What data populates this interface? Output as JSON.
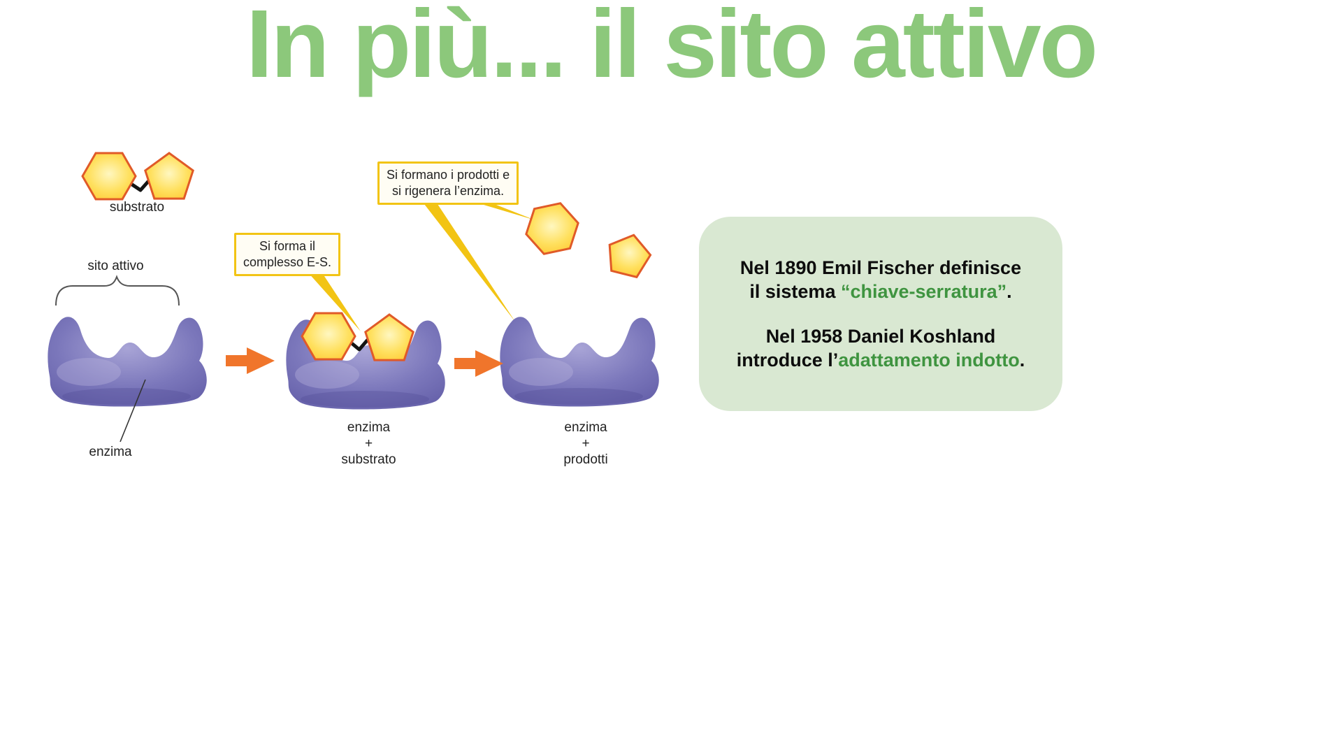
{
  "title": "In più... il sito attivo",
  "labels": {
    "substrato": "substrato",
    "sito_attivo": "sito attivo",
    "enzima": "enzima",
    "stage2": {
      "l1": "enzima",
      "l2": "+",
      "l3": "substrato"
    },
    "stage3": {
      "l1": "enzima",
      "l2": "+",
      "l3": "prodotti"
    }
  },
  "callouts": {
    "es": {
      "line1": "Si forma il",
      "line2": "complesso E-S."
    },
    "prod": {
      "line1": "Si formano i prodotti e",
      "line2": "si rigenera l’enzima."
    }
  },
  "infobox": {
    "line1": "Nel 1890 Emil Fischer definisce",
    "line2_pre": "il sistema ",
    "line2_green": "“chiave-serratura”",
    "line2_post": ".",
    "line3": "Nel 1958 Daniel Koshland",
    "line4_pre": "introduce l’",
    "line4_green": "adattamento indotto",
    "line4_post": "."
  },
  "colors": {
    "title_green": "#8cc87b",
    "infobox_bg": "#d9e8d2",
    "highlight_green": "#3f9440",
    "enzyme_purple": "#7b77bb",
    "substrate_yellow": "#ffd84d",
    "substrate_stroke": "#e05a28",
    "callout_border": "#f2c414",
    "arrow_orange": "#f0752b"
  }
}
